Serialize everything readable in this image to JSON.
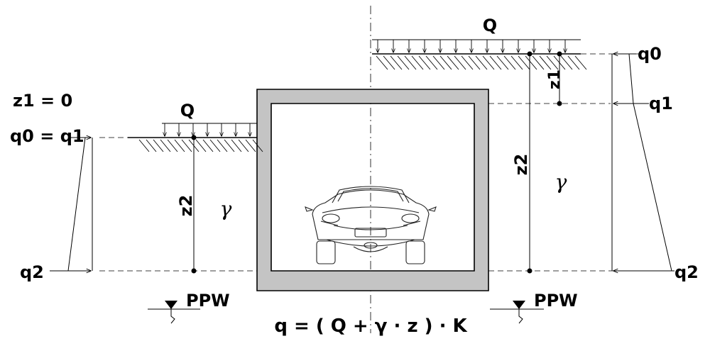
{
  "labels": {
    "Q_top": "Q",
    "Q_left": "Q",
    "q0": "q0",
    "q1_right": "q1",
    "q2_right": "q2",
    "z1_right": "z1",
    "z2_right": "z2",
    "gamma_right": "γ",
    "z1_left_eq": "z1 = 0",
    "q0_left_eq": "q0 = q1",
    "z2_left": "z2",
    "gamma_left": "γ",
    "q2_left": "q2",
    "ppw_left": "PPW",
    "ppw_right": "PPW",
    "formula": "q = ( Q + γ · z ) · K"
  }
}
